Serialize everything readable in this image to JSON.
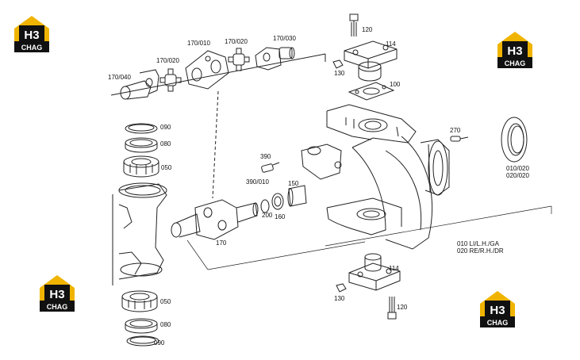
{
  "logos": [
    {
      "h3": "H3",
      "word": "CHAG"
    },
    {
      "h3": "H3",
      "word": "CHAG"
    },
    {
      "h3": "H3",
      "word": "CHAG"
    },
    {
      "h3": "H3",
      "word": "CHAG"
    }
  ],
  "labels": {
    "l170_040": "170/040",
    "l170_020a": "170/020",
    "l170_010": "170/010",
    "l170_020b": "170/020",
    "l170_030": "170/030",
    "l090a": "090",
    "l080a": "080",
    "l050a": "050",
    "l050b": "050",
    "l080b": "080",
    "l090b": "090",
    "l390": "390",
    "l390_010": "390/010",
    "l150": "150",
    "l200": "200",
    "l160": "160",
    "l170": "170",
    "l120a": "120",
    "l114a": "114",
    "l130a": "130",
    "l100": "100",
    "l270": "270",
    "l010_020": "010/020",
    "l020_020": "020/020",
    "l010_lh": "010 LI/L.H./GA",
    "l020_rh": "020 RE/R.H./DR",
    "l114b": "114",
    "l130b": "130",
    "l120b": "120"
  },
  "colors": {
    "logo_yellow": "#f0b400",
    "logo_black": "#111111",
    "line": "#222222"
  }
}
